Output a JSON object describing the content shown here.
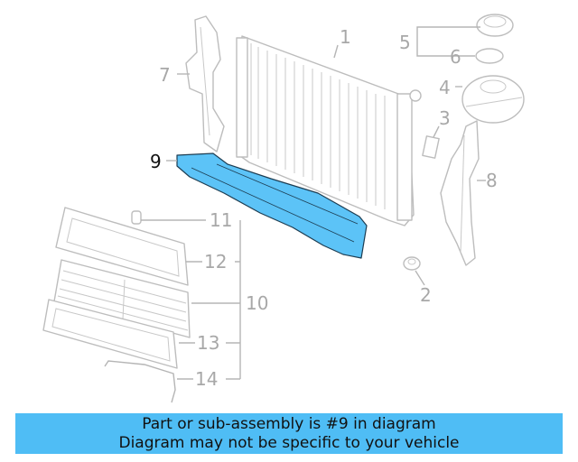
{
  "diagram": {
    "callouts": [
      {
        "number": "1"
      },
      {
        "number": "2"
      },
      {
        "number": "3"
      },
      {
        "number": "4"
      },
      {
        "number": "5"
      },
      {
        "number": "6"
      },
      {
        "number": "7"
      },
      {
        "number": "8"
      },
      {
        "number": "9",
        "highlighted": true
      },
      {
        "number": "10"
      },
      {
        "number": "11"
      },
      {
        "number": "12"
      },
      {
        "number": "13"
      },
      {
        "number": "14"
      }
    ],
    "highlight_color": "#5cc3f7",
    "line_color": "#bdbdbd"
  },
  "banner": {
    "line1": "Part or sub-assembly is #9 in diagram",
    "line2": "Diagram may not be specific to your vehicle",
    "background": "#4fbdf5"
  }
}
